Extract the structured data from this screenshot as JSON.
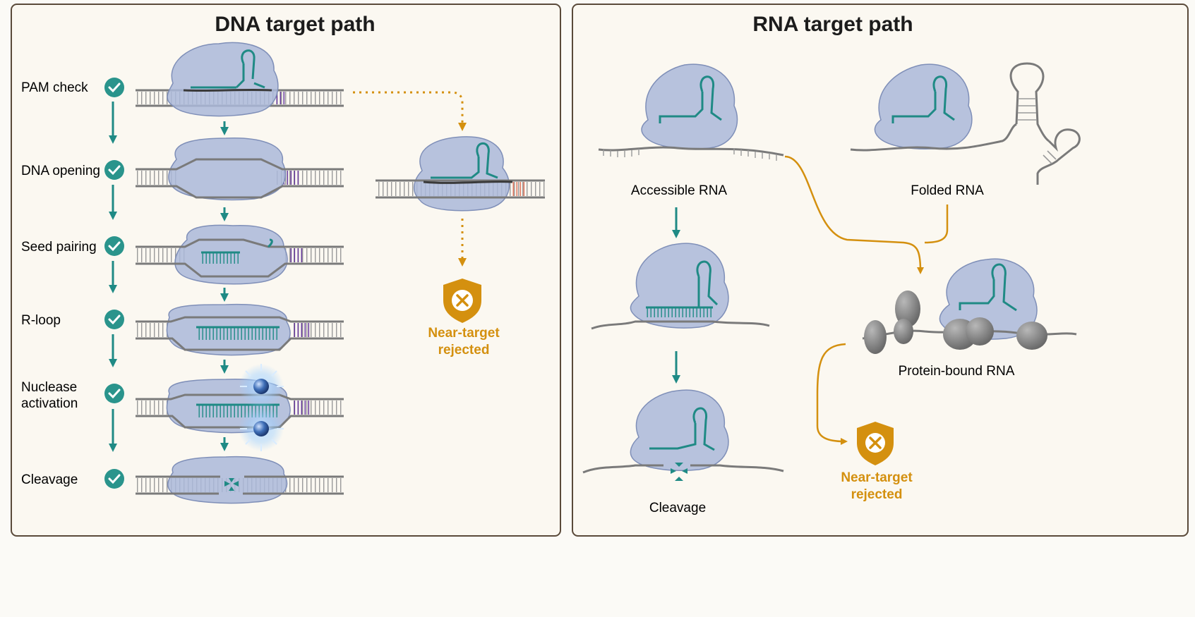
{
  "dna_panel": {
    "title": "DNA target path",
    "steps": [
      {
        "label_lines": [
          "PAM check"
        ]
      },
      {
        "label_lines": [
          "DNA opening"
        ]
      },
      {
        "label_lines": [
          "Seed pairing"
        ]
      },
      {
        "label_lines": [
          "R-loop"
        ]
      },
      {
        "label_lines": [
          "Nuclease",
          "activation"
        ]
      },
      {
        "label_lines": [
          "Cleavage"
        ]
      }
    ],
    "rejected_label_lines": [
      "Near-target",
      "rejected"
    ]
  },
  "rna_panel": {
    "title": "RNA target path",
    "accessible_label": "Accessible RNA",
    "folded_label": "Folded RNA",
    "protein_bound_label": "Protein-bound RNA",
    "cleavage_label": "Cleavage",
    "rejected_label_lines": [
      "Near-target",
      "rejected"
    ]
  },
  "colors": {
    "panel_border": "#5a4a3a",
    "panel_bg": "#fbf8f1",
    "teal": "#1f8a85",
    "check_teal": "#2a948c",
    "protein": "#aab9d9",
    "protein_edge": "#7f8fb8",
    "orange": "#d4900f",
    "purple": "#6b3f9e",
    "pam_red": "#e07a62",
    "dna_grey": "#7a7a7a",
    "bound_protein": "#808080"
  },
  "icons": {
    "step_status": "check-circle-icon",
    "rejected": "shield-x-icon",
    "activation": "glowing-nuclease-icon"
  }
}
